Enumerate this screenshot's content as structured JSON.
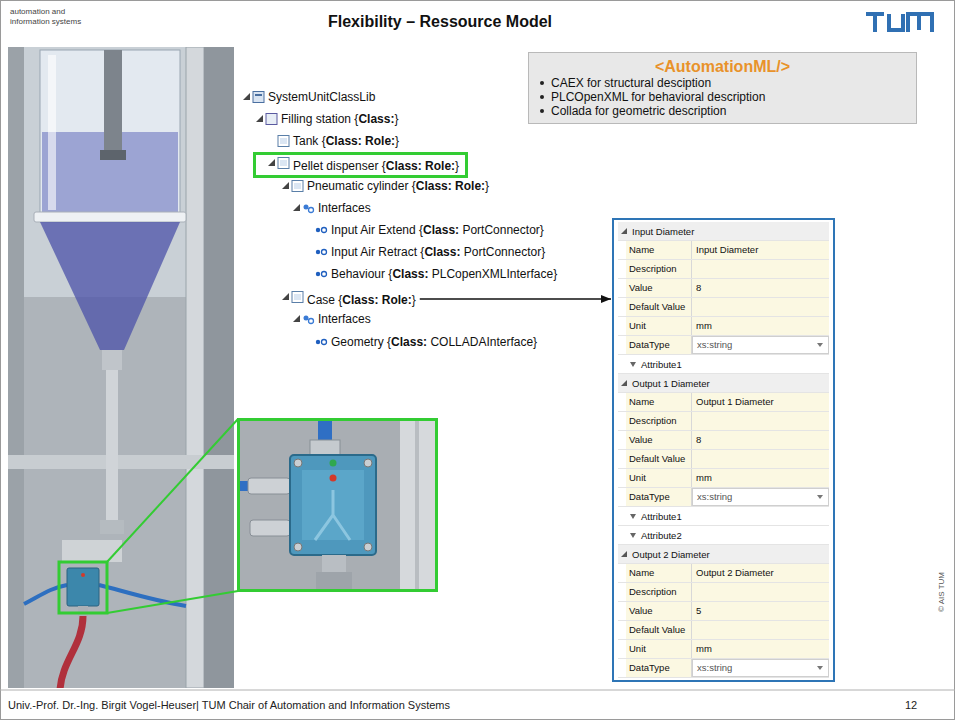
{
  "diagram": {
    "title": "Flexibility – Ressource Model",
    "nodes": [
      {
        "text": [
          "<AutomationML/>",
          "CAEX for structural desciption",
          "PLCOpenXML for behavioral description",
          "Collada for geometric description"
        ]
      },
      {
        "text": [
          "Pellet dispenser {Class: Role:}"
        ]
      },
      {
        "text": [
          "Case {Class: Role:}"
        ]
      },
      {
        "text": [
          "Input Diameter",
          "Name",
          "Input Diameter",
          "Description",
          "Value",
          "8",
          "Default Value",
          "Unit",
          "mm",
          "DataType",
          "xs:string",
          "Attribute1",
          "Output 1 Diameter",
          "Name",
          "Output 1 Diameter",
          "Description",
          "Value",
          "8",
          "Default Value",
          "Unit",
          "mm",
          "DataType",
          "xs:string",
          "Attribute1",
          "Attribute2",
          "Output 2 Diameter",
          "Name",
          "Output 2 Diameter",
          "Description",
          "Value",
          "5",
          "Default Value",
          "Unit",
          "mm",
          "DataType",
          "xs:string"
        ]
      }
    ],
    "edges": [
      {
        "from": 2,
        "to": 3,
        "arrow": "to"
      }
    ],
    "labels": [
      "automation and information systems",
      "SystemUnitClassLib",
      "Filling station {Class:}",
      "Tank {Class: Role:}",
      "Pneumatic cylinder {Class: Role:}",
      "Interfaces",
      "Input Air Extend {Class: PortConnector}",
      "Input Air Retract {Class: PortConnector}",
      "Behaviour {Class: PLCopenXMLInterface}",
      "Interfaces",
      "Geometry {Class: COLLADAInterface}",
      "© AIS TUM",
      "Univ.-Prof. Dr.-Ing. Birgit Vogel-Heuser| TUM Chair of Automation and Information Systems",
      "12"
    ]
  }
}
